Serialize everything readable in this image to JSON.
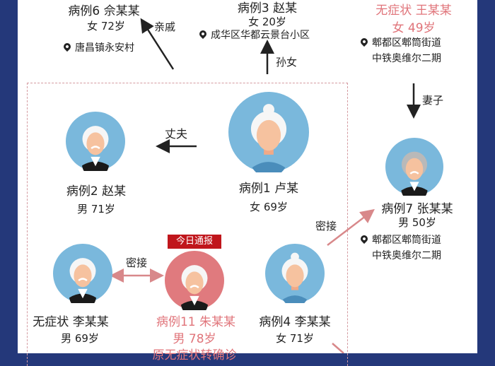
{
  "colors": {
    "frame": "#24387a",
    "avatar_blue": "#7ab8dc",
    "avatar_red": "#e07a7e",
    "highlight_red": "#e0747a",
    "badge": "#c0161c",
    "arrow_red": "#d8888a"
  },
  "case6": {
    "name": "病例6 佘某某",
    "info": "女 72岁",
    "address": "唐昌镇永安村"
  },
  "case3": {
    "name": "病例3 赵某",
    "info": "女 20岁",
    "address": "成华区华都云景台小区"
  },
  "asym_wang": {
    "name": "无症状 王某某",
    "info": "女 49岁",
    "address_line1": "郫都区郫筒街道",
    "address_line2": "中铁奥维尔二期"
  },
  "relations": {
    "relative": "亲戚",
    "granddaughter": "孙女",
    "wife": "妻子",
    "husband": "丈夫",
    "contact1": "密接",
    "contact2": "密接"
  },
  "case1": {
    "name": "病例1 卢某",
    "info": "女 69岁"
  },
  "case2": {
    "name": "病例2 赵某",
    "info": "男 71岁"
  },
  "case7": {
    "name": "病例7 张某某",
    "info": "男 50岁",
    "address_line1": "郫都区郫筒街道",
    "address_line2": "中铁奥维尔二期"
  },
  "asym_li": {
    "name": "无症状 李某某",
    "info": "男 69岁"
  },
  "case11": {
    "badge": "今日通报",
    "name": "病例11 朱某某",
    "info": "男 78岁",
    "note": "原无症状转确诊"
  },
  "case4": {
    "name": "病例4 李某某",
    "info": "女 71岁"
  }
}
